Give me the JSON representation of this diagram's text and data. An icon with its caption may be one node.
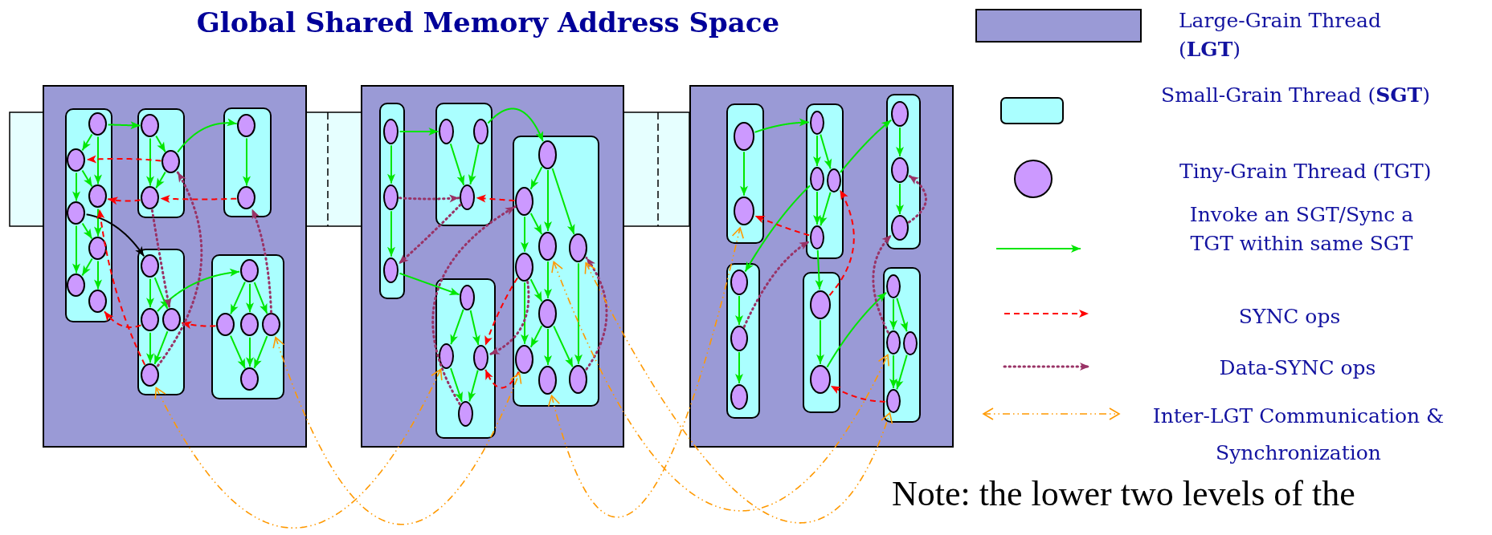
{
  "diagram": {
    "title": "Global Shared Memory Address Space",
    "nodes": [
      {
        "text": [],
        "shape": "box"
      },
      {
        "text": [],
        "shape": "box",
        "in": 0
      },
      {
        "text": [],
        "shape": "ellipse",
        "in": 1
      },
      {
        "text": [],
        "shape": "ellipse",
        "in": 1
      },
      {
        "text": [],
        "shape": "ellipse",
        "in": 1
      },
      {
        "text": [],
        "shape": "ellipse",
        "in": 1
      },
      {
        "text": [],
        "shape": "ellipse",
        "in": 1
      },
      {
        "text": [],
        "shape": "ellipse",
        "in": 1
      },
      {
        "text": [],
        "shape": "ellipse",
        "in": 1
      },
      {
        "text": [],
        "shape": "box",
        "in": 0
      },
      {
        "text": [],
        "shape": "ellipse",
        "in": 9
      },
      {
        "text": [],
        "shape": "ellipse",
        "in": 9
      },
      {
        "text": [],
        "shape": "ellipse",
        "in": 9
      },
      {
        "text": [],
        "shape": "box",
        "in": 0
      },
      {
        "text": [],
        "shape": "ellipse",
        "in": 13
      },
      {
        "text": [],
        "shape": "ellipse",
        "in": 13
      },
      {
        "text": [],
        "shape": "box",
        "in": 0
      },
      {
        "text": [],
        "shape": "ellipse",
        "in": 16
      },
      {
        "text": [],
        "shape": "ellipse",
        "in": 16
      },
      {
        "text": [],
        "shape": "ellipse",
        "in": 16
      },
      {
        "text": [],
        "shape": "ellipse",
        "in": 16
      },
      {
        "text": [],
        "shape": "box",
        "in": 0
      },
      {
        "text": [],
        "shape": "ellipse",
        "in": 21
      },
      {
        "text": [],
        "shape": "ellipse",
        "in": 21
      },
      {
        "text": [],
        "shape": "ellipse",
        "in": 21
      },
      {
        "text": [],
        "shape": "ellipse",
        "in": 21
      },
      {
        "text": [],
        "shape": "ellipse",
        "in": 21
      },
      {
        "text": [],
        "shape": "box"
      },
      {
        "text": [],
        "shape": "box",
        "in": 27
      },
      {
        "text": [],
        "shape": "ellipse",
        "in": 28
      },
      {
        "text": [],
        "shape": "ellipse",
        "in": 28
      },
      {
        "text": [],
        "shape": "ellipse",
        "in": 28
      },
      {
        "text": [],
        "shape": "box",
        "in": 27
      },
      {
        "text": [],
        "shape": "ellipse",
        "in": 32
      },
      {
        "text": [],
        "shape": "ellipse",
        "in": 32
      },
      {
        "text": [],
        "shape": "ellipse",
        "in": 32
      },
      {
        "text": [],
        "shape": "box",
        "in": 27
      },
      {
        "text": [],
        "shape": "ellipse",
        "in": 36
      },
      {
        "text": [],
        "shape": "ellipse",
        "in": 36
      },
      {
        "text": [],
        "shape": "ellipse",
        "in": 36
      },
      {
        "text": [],
        "shape": "ellipse",
        "in": 36
      },
      {
        "text": [],
        "shape": "ellipse",
        "in": 36
      },
      {
        "text": [],
        "shape": "ellipse",
        "in": 36
      },
      {
        "text": [],
        "shape": "ellipse",
        "in": 36
      },
      {
        "text": [],
        "shape": "ellipse",
        "in": 36
      },
      {
        "text": [],
        "shape": "ellipse",
        "in": 36
      },
      {
        "text": [],
        "shape": "box",
        "in": 27
      },
      {
        "text": [],
        "shape": "ellipse",
        "in": 46
      },
      {
        "text": [],
        "shape": "ellipse",
        "in": 46
      },
      {
        "text": [],
        "shape": "ellipse",
        "in": 46
      },
      {
        "text": [],
        "shape": "ellipse",
        "in": 46
      },
      {
        "text": [],
        "shape": "box"
      },
      {
        "text": [],
        "shape": "box",
        "in": 51
      },
      {
        "text": [],
        "shape": "ellipse",
        "in": 52
      },
      {
        "text": [],
        "shape": "ellipse",
        "in": 52
      },
      {
        "text": [],
        "shape": "box",
        "in": 51
      },
      {
        "text": [],
        "shape": "ellipse",
        "in": 55
      },
      {
        "text": [],
        "shape": "ellipse",
        "in": 55
      },
      {
        "text": [],
        "shape": "ellipse",
        "in": 55
      },
      {
        "text": [],
        "shape": "ellipse",
        "in": 55
      },
      {
        "text": [],
        "shape": "box",
        "in": 51
      },
      {
        "text": [],
        "shape": "ellipse",
        "in": 60
      },
      {
        "text": [],
        "shape": "ellipse",
        "in": 60
      },
      {
        "text": [],
        "shape": "ellipse",
        "in": 60
      },
      {
        "text": [],
        "shape": "box",
        "in": 51
      },
      {
        "text": [],
        "shape": "ellipse",
        "in": 64
      },
      {
        "text": [],
        "shape": "ellipse",
        "in": 64
      },
      {
        "text": [],
        "shape": "ellipse",
        "in": 64
      },
      {
        "text": [],
        "shape": "box",
        "in": 51
      },
      {
        "text": [],
        "shape": "ellipse",
        "in": 68
      },
      {
        "text": [],
        "shape": "ellipse",
        "in": 68
      },
      {
        "text": [],
        "shape": "box",
        "in": 51
      },
      {
        "text": [],
        "shape": "ellipse",
        "in": 71
      },
      {
        "text": [],
        "shape": "ellipse",
        "in": 71
      },
      {
        "text": [],
        "shape": "ellipse",
        "in": 71
      },
      {
        "text": [],
        "shape": "ellipse",
        "in": 71
      }
    ],
    "edges": [
      {
        "from": 2,
        "to": 3,
        "arrow": "to"
      },
      {
        "from": 2,
        "to": 4,
        "arrow": "to"
      },
      {
        "from": 3,
        "to": 4,
        "arrow": "to"
      },
      {
        "from": 3,
        "to": 5,
        "arrow": "to"
      },
      {
        "from": 4,
        "to": 6,
        "arrow": "to"
      },
      {
        "from": 5,
        "to": 6,
        "arrow": "to"
      },
      {
        "from": 5,
        "to": 7,
        "arrow": "to"
      },
      {
        "from": 6,
        "to": 7,
        "arrow": "to"
      },
      {
        "from": 6,
        "to": 8,
        "arrow": "to"
      },
      {
        "from": 2,
        "to": 10,
        "arrow": "to"
      },
      {
        "from": 10,
        "to": 11,
        "arrow": "to"
      },
      {
        "from": 10,
        "to": 12,
        "arrow": "to"
      },
      {
        "from": 11,
        "to": 12,
        "arrow": "to"
      },
      {
        "from": 11,
        "to": 14,
        "arrow": "to"
      },
      {
        "from": 14,
        "to": 15,
        "arrow": "to"
      },
      {
        "from": 17,
        "to": 18,
        "arrow": "to"
      },
      {
        "from": 17,
        "to": 19,
        "arrow": "to"
      },
      {
        "from": 18,
        "to": 20,
        "arrow": "to"
      },
      {
        "from": 19,
        "to": 20,
        "arrow": "to"
      },
      {
        "from": 18,
        "to": 22,
        "arrow": "to"
      },
      {
        "from": 22,
        "to": 23,
        "arrow": "to"
      },
      {
        "from": 22,
        "to": 24,
        "arrow": "to"
      },
      {
        "from": 22,
        "to": 25,
        "arrow": "to"
      },
      {
        "from": 23,
        "to": 26,
        "arrow": "to"
      },
      {
        "from": 24,
        "to": 26,
        "arrow": "to"
      },
      {
        "from": 25,
        "to": 26,
        "arrow": "to"
      },
      {
        "from": 5,
        "to": 17,
        "arrow": "to",
        "color": "#000000"
      },
      {
        "from": 11,
        "to": 3,
        "arrow": "to",
        "style": "dashed",
        "color": "#ff0000"
      },
      {
        "from": 15,
        "to": 12,
        "arrow": "to",
        "style": "dashed",
        "color": "#ff0000"
      },
      {
        "from": 12,
        "to": 4,
        "arrow": "to",
        "style": "dashed",
        "color": "#ff0000"
      },
      {
        "from": 20,
        "to": 4,
        "arrow": "to",
        "style": "dashed",
        "color": "#ff0000"
      },
      {
        "from": 18,
        "to": 8,
        "arrow": "to",
        "style": "dashed",
        "color": "#ff0000"
      },
      {
        "from": 23,
        "to": 19,
        "arrow": "to",
        "style": "dashed",
        "color": "#ff0000"
      },
      {
        "from": 20,
        "to": 11,
        "arrow": "to",
        "style": "dashed",
        "color": "#993366"
      },
      {
        "from": 12,
        "to": 19,
        "arrow": "to",
        "style": "dashed",
        "color": "#993366"
      },
      {
        "from": 25,
        "to": 15,
        "arrow": "to",
        "style": "dashed",
        "color": "#993366"
      },
      {
        "from": 29,
        "to": 30,
        "arrow": "to"
      },
      {
        "from": 30,
        "to": 31,
        "arrow": "to"
      },
      {
        "from": 29,
        "to": 33,
        "arrow": "to"
      },
      {
        "from": 33,
        "to": 35,
        "arrow": "to"
      },
      {
        "from": 34,
        "to": 35,
        "arrow": "to"
      },
      {
        "from": 34,
        "to": 37,
        "arrow": "to"
      },
      {
        "from": 31,
        "to": 47,
        "arrow": "to"
      },
      {
        "from": 37,
        "to": 38,
        "arrow": "to"
      },
      {
        "from": 37,
        "to": 39,
        "arrow": "to"
      },
      {
        "from": 37,
        "to": 40,
        "arrow": "to"
      },
      {
        "from": 38,
        "to": 39,
        "arrow": "to"
      },
      {
        "from": 38,
        "to": 41,
        "arrow": "to"
      },
      {
        "from": 39,
        "to": 42,
        "arrow": "to"
      },
      {
        "from": 40,
        "to": 45,
        "arrow": "to"
      },
      {
        "from": 41,
        "to": 42,
        "arrow": "to"
      },
      {
        "from": 41,
        "to": 43,
        "arrow": "to"
      },
      {
        "from": 42,
        "to": 43,
        "arrow": "to"
      },
      {
        "from": 42,
        "to": 44,
        "arrow": "to"
      },
      {
        "from": 42,
        "to": 45,
        "arrow": "to"
      },
      {
        "from": 47,
        "to": 48,
        "arrow": "to"
      },
      {
        "from": 47,
        "to": 49,
        "arrow": "to"
      },
      {
        "from": 48,
        "to": 50,
        "arrow": "to"
      },
      {
        "from": 49,
        "to": 50,
        "arrow": "to"
      },
      {
        "from": 38,
        "to": 35,
        "arrow": "to",
        "style": "dashed",
        "color": "#ff0000"
      },
      {
        "from": 41,
        "to": 49,
        "arrow": "to",
        "style": "dashed",
        "color": "#ff0000"
      },
      {
        "from": 43,
        "to": 49,
        "arrow": "to",
        "style": "dashed",
        "color": "#ff0000"
      },
      {
        "from": 30,
        "to": 35,
        "arrow": "to",
        "style": "dashed",
        "color": "#993366"
      },
      {
        "from": 35,
        "to": 31,
        "arrow": "to",
        "style": "dashed",
        "color": "#993366"
      },
      {
        "from": 50,
        "to": 38,
        "arrow": "to",
        "style": "dashed",
        "color": "#993366"
      },
      {
        "from": 41,
        "to": 49,
        "arrow": "to",
        "style": "dashed",
        "color": "#993366"
      },
      {
        "from": 45,
        "to": 40,
        "arrow": "to",
        "style": "dashed",
        "color": "#993366"
      },
      {
        "from": 53,
        "to": 54,
        "arrow": "to"
      },
      {
        "from": 53,
        "to": 56,
        "arrow": "to"
      },
      {
        "from": 56,
        "to": 57,
        "arrow": "to"
      },
      {
        "from": 56,
        "to": 58,
        "arrow": "to"
      },
      {
        "from": 57,
        "to": 59,
        "arrow": "to"
      },
      {
        "from": 58,
        "to": 59,
        "arrow": "to"
      },
      {
        "from": 58,
        "to": 61,
        "arrow": "to"
      },
      {
        "from": 61,
        "to": 62,
        "arrow": "to"
      },
      {
        "from": 62,
        "to": 63,
        "arrow": "to"
      },
      {
        "from": 57,
        "to": 65,
        "arrow": "to"
      },
      {
        "from": 59,
        "to": 69,
        "arrow": "to"
      },
      {
        "from": 65,
        "to": 66,
        "arrow": "to"
      },
      {
        "from": 66,
        "to": 67,
        "arrow": "to"
      },
      {
        "from": 69,
        "to": 70,
        "arrow": "to"
      },
      {
        "from": 70,
        "to": 72,
        "arrow": "to"
      },
      {
        "from": 72,
        "to": 73,
        "arrow": "to"
      },
      {
        "from": 72,
        "to": 74,
        "arrow": "to"
      },
      {
        "from": 73,
        "to": 75,
        "arrow": "to"
      },
      {
        "from": 74,
        "to": 75,
        "arrow": "to"
      },
      {
        "from": 59,
        "to": 54,
        "arrow": "to",
        "style": "dashed",
        "color": "#ff0000"
      },
      {
        "from": 69,
        "to": 58,
        "arrow": "to",
        "style": "dashed",
        "color": "#ff0000"
      },
      {
        "from": 75,
        "to": 70,
        "arrow": "to",
        "style": "dashed",
        "color": "#ff0000"
      },
      {
        "from": 63,
        "to": 62,
        "arrow": "to",
        "style": "dashed",
        "color": "#993366"
      },
      {
        "from": 66,
        "to": 59,
        "arrow": "to",
        "style": "dashed",
        "color": "#993366"
      },
      {
        "from": 73,
        "to": 63,
        "arrow": "to",
        "style": "dashed",
        "color": "#993366"
      },
      {
        "from": 20,
        "to": 48,
        "arrow": "both",
        "style": "dashed",
        "color": "#ff9900"
      },
      {
        "from": 25,
        "to": 43,
        "arrow": "both",
        "style": "dashed",
        "color": "#ff9900"
      },
      {
        "from": 44,
        "to": 54,
        "arrow": "both",
        "style": "dashed",
        "color": "#ff9900"
      },
      {
        "from": 39,
        "to": 73,
        "arrow": "both",
        "style": "dashed",
        "color": "#ff9900"
      },
      {
        "from": 40,
        "to": 75,
        "arrow": "both",
        "style": "dashed",
        "color": "#ff9900"
      }
    ],
    "labels": [
      "Note: the lower two levels of the"
    ],
    "legend": [
      {
        "text": "Large-Grain Thread (**LGT**)",
        "color": "#9a9ad6"
      },
      {
        "text": "Small-Grain Thread (**SGT**)",
        "color": "#aaffff"
      },
      {
        "text": "Tiny-Grain Thread (TGT)",
        "color": "#cc99ff"
      },
      {
        "text": "Invoke an SGT/Sync a TGT within same SGT"
      },
      {
        "text": "SYNC ops"
      },
      {
        "text": "Data-SYNC ops"
      },
      {
        "text": "Inter-LGT Communication & Synchronization"
      }
    ]
  }
}
